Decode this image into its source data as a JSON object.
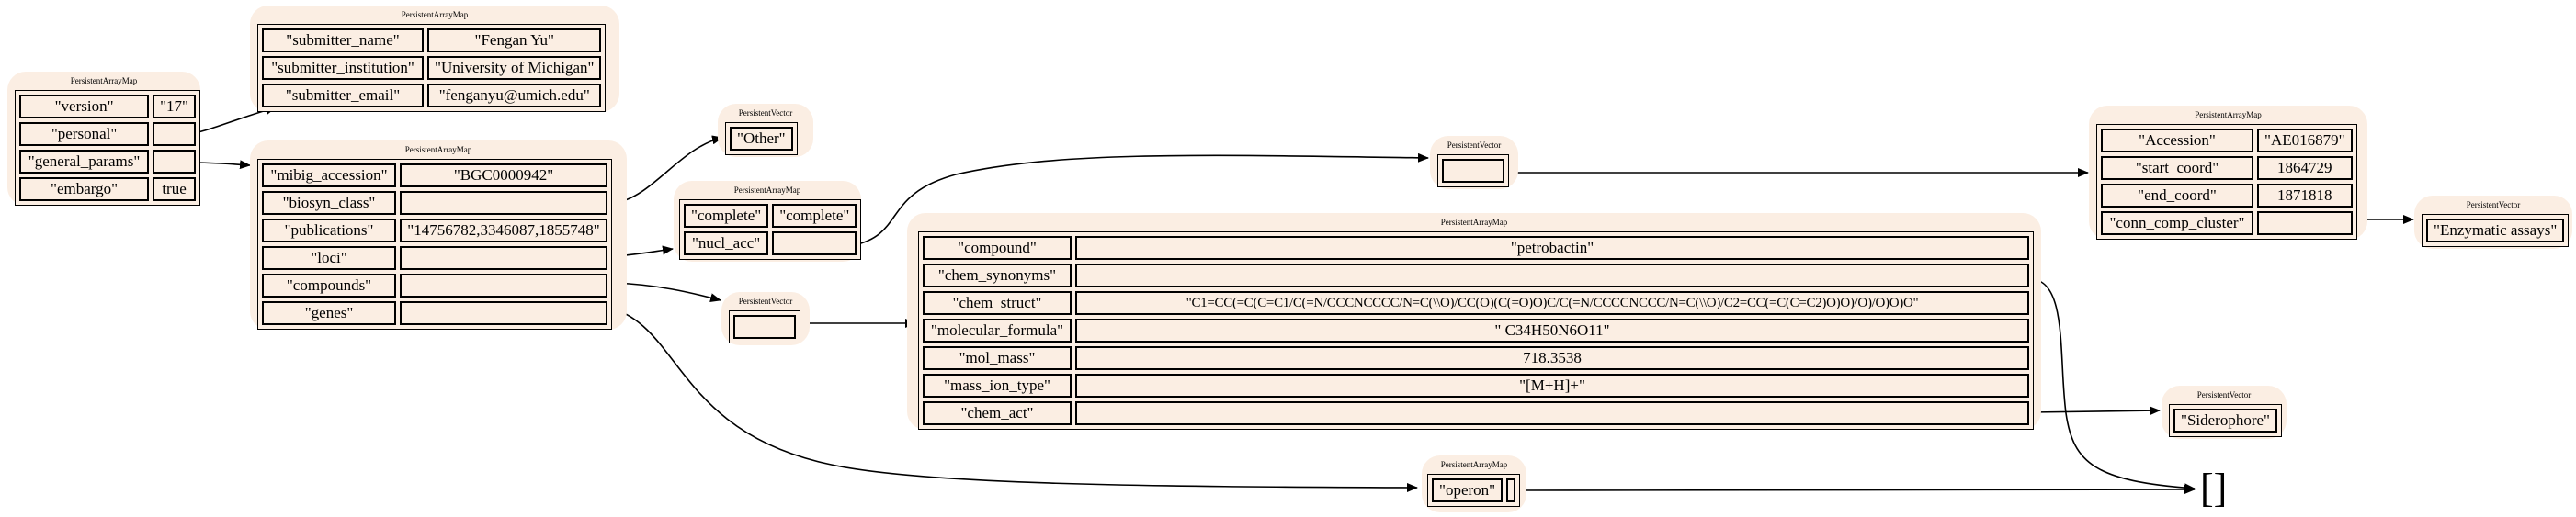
{
  "diagram": {
    "map_title": "PersistentArrayMap",
    "vector_title": "PersistentVector",
    "empty_symbol": "[]",
    "root": {
      "rows": [
        {
          "key": "\"version\"",
          "val": "\"17\""
        },
        {
          "key": "\"personal\"",
          "val": ""
        },
        {
          "key": "\"general_params\"",
          "val": ""
        },
        {
          "key": "\"embargo\"",
          "val": "true"
        }
      ]
    },
    "personal": {
      "rows": [
        {
          "key": "\"submitter_name\"",
          "val": "\"Fengan Yu\""
        },
        {
          "key": "\"submitter_institution\"",
          "val": "\"University of Michigan\""
        },
        {
          "key": "\"submitter_email\"",
          "val": "\"fenganyu@umich.edu\""
        }
      ]
    },
    "general": {
      "rows": [
        {
          "key": "\"mibig_accession\"",
          "val": "\"BGC0000942\""
        },
        {
          "key": "\"biosyn_class\"",
          "val": ""
        },
        {
          "key": "\"publications\"",
          "val": "\"14756782,3346087,1855748\""
        },
        {
          "key": "\"loci\"",
          "val": ""
        },
        {
          "key": "\"compounds\"",
          "val": ""
        },
        {
          "key": "\"genes\"",
          "val": ""
        }
      ]
    },
    "biosyn_vec": {
      "item": "\"Other\""
    },
    "loci": {
      "rows": [
        {
          "key": "\"complete\"",
          "val": "\"complete\""
        },
        {
          "key": "\"nucl_acc\"",
          "val": ""
        }
      ]
    },
    "nucl_vec": {
      "item": ""
    },
    "accession": {
      "rows": [
        {
          "key": "\"Accession\"",
          "val": "\"AE016879\""
        },
        {
          "key": "\"start_coord\"",
          "val": "1864729"
        },
        {
          "key": "\"end_coord\"",
          "val": "1871818"
        },
        {
          "key": "\"conn_comp_cluster\"",
          "val": ""
        }
      ]
    },
    "conn_vec": {
      "item": "\"Enzymatic assays\""
    },
    "compounds_vec": {
      "item": ""
    },
    "compound": {
      "rows": [
        {
          "key": "\"compound\"",
          "val": "\"petrobactin\""
        },
        {
          "key": "\"chem_synonyms\"",
          "val": ""
        },
        {
          "key": "\"chem_struct\"",
          "val": "\"C1=CC(=C(C=C1/C(=N/CCCNCCCC/N=C(\\\\O)/CC(O)(C(=O)O)C/C(=N/CCCCNCCC/N=C(\\\\O)/C2=CC(=C(C=C2)O)O)/O)/O)O)O\""
        },
        {
          "key": "\"molecular_formula\"",
          "val": "\" C34H50N6O11\""
        },
        {
          "key": "\"mol_mass\"",
          "val": "718.3538"
        },
        {
          "key": "\"mass_ion_type\"",
          "val": "\"[M+H]+\""
        },
        {
          "key": "\"chem_act\"",
          "val": ""
        }
      ]
    },
    "chem_act_vec": {
      "item": "\"Siderophore\""
    },
    "genes": {
      "rows": [
        {
          "key": "\"operon\"",
          "val": ""
        }
      ]
    }
  }
}
